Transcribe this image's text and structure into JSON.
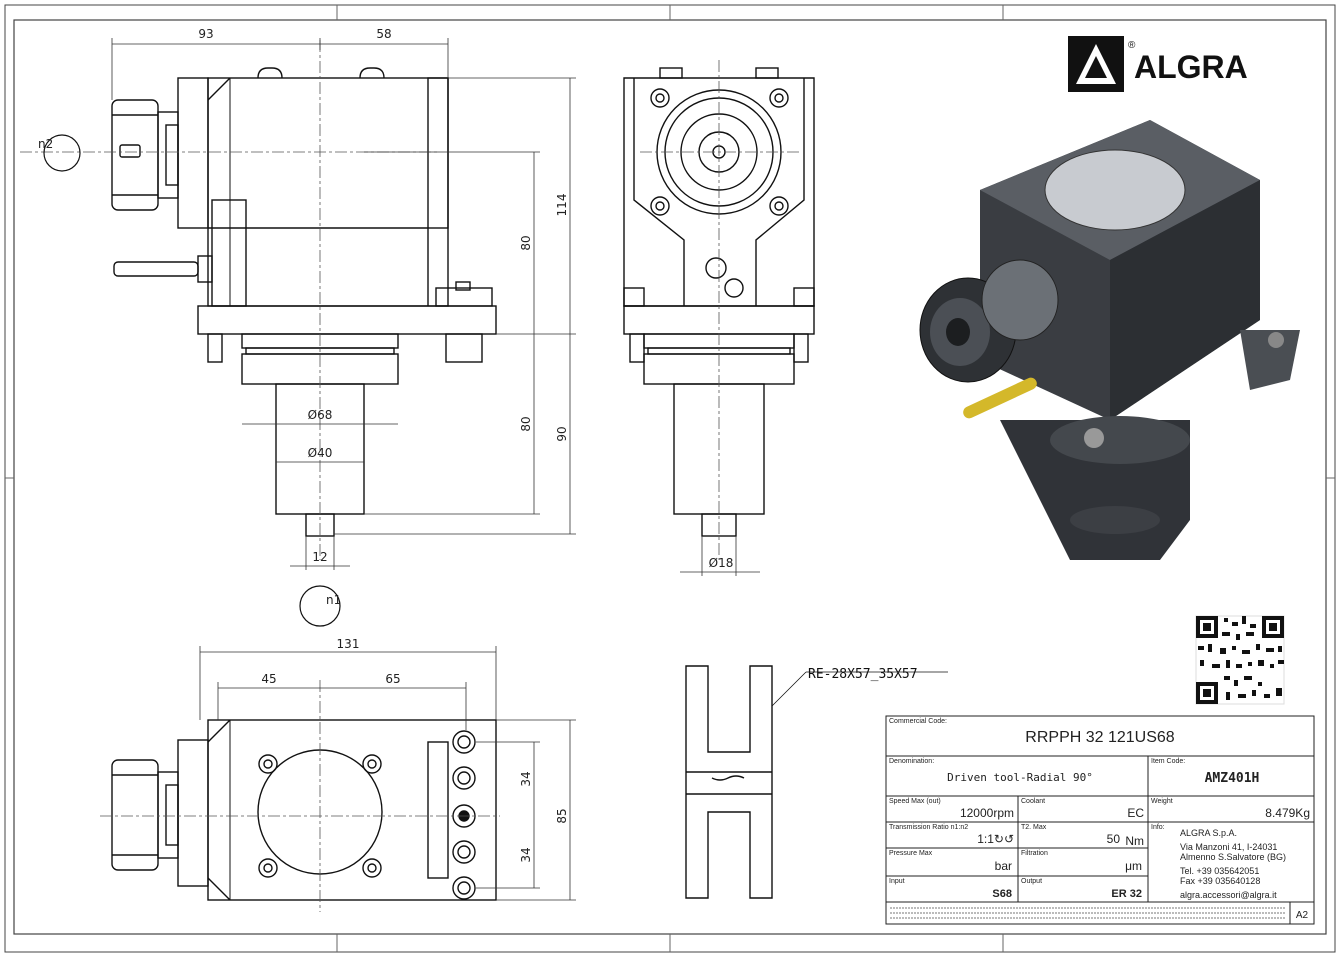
{
  "logo": {
    "name": "ALGRA",
    "registered": "®"
  },
  "dimensions": {
    "top_93": "93",
    "top_58": "58",
    "v_114": "114",
    "v_80a": "80",
    "v_80b": "80",
    "v_90": "90",
    "dia68": "Ø68",
    "dia40": "Ø40",
    "w12": "12",
    "dia18": "Ø18",
    "b131": "131",
    "b45": "45",
    "b65": "65",
    "b34a": "34",
    "b34b": "34",
    "b85": "85"
  },
  "rotation": {
    "n1": "n1",
    "n2": "n2"
  },
  "section_label": "RE-28X57_35X57",
  "title_block": {
    "commercial_code_label": "Commercial Code:",
    "commercial_code": "RRPPH 32 121US68",
    "denomination_label": "Denomination:",
    "denomination": "Driven tool-Radial 90°",
    "item_code_label": "Item Code:",
    "item_code": "AMZ401H",
    "speed_label": "Speed Max (out)",
    "speed": "12000rpm",
    "coolant_label": "Coolant",
    "coolant": "EC",
    "weight_label": "Weight",
    "weight": "8.479Kg",
    "ratio_label": "Transmission Ratio n1:n2",
    "ratio": "1:1↻↺",
    "torque_label": "T2. Max",
    "torque": "50",
    "torque_unit": "Nm",
    "info_label": "Info:",
    "pressure_label": "Pressure Max",
    "pressure_unit": "bar",
    "filtration_label": "Filtration",
    "filtration_unit": "μm",
    "input_label": "Input",
    "input": "S68",
    "output_label": "Output",
    "output": "ER 32",
    "company": "ALGRA S.p.A.",
    "address1": "Via Manzoni 41, I-24031",
    "address2": "Almenno S.Salvatore (BG)",
    "tel": "Tel. +39 035642051",
    "fax": "Fax +39 035640128",
    "email": "algra.accessori@algra.it",
    "sheet_size": "A2"
  }
}
